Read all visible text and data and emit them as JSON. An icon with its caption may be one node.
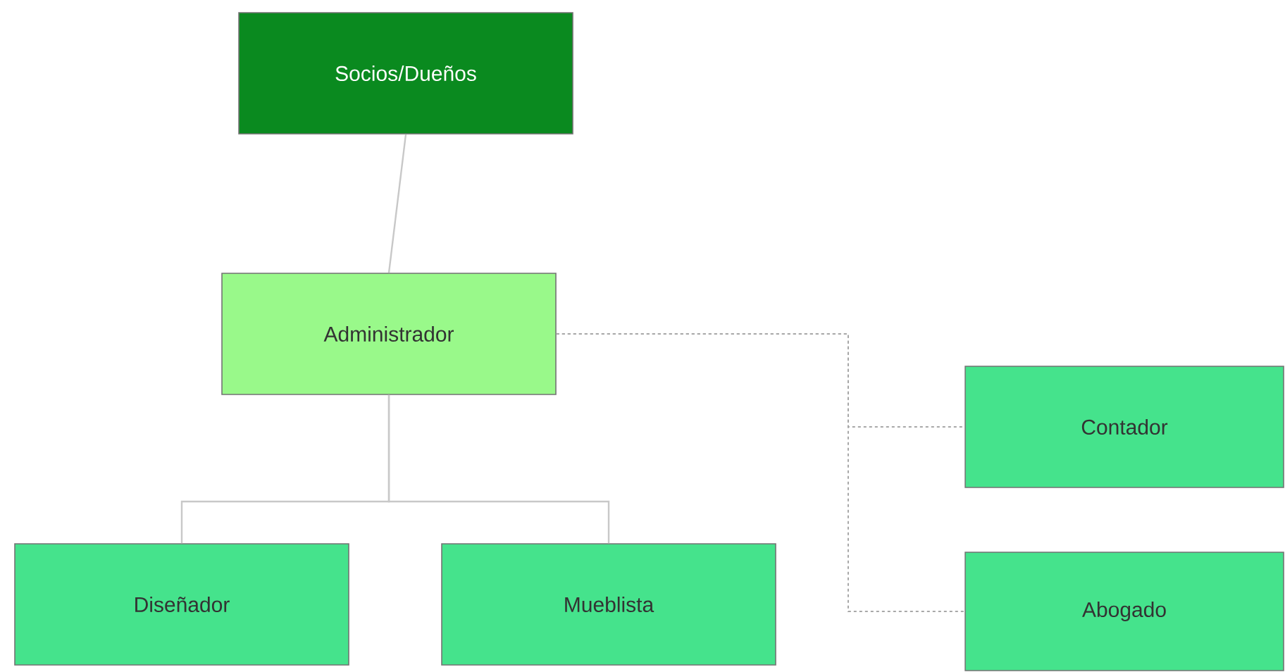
{
  "diagram": {
    "nodes": [
      {
        "text": [
          "Socios/Dueños"
        ]
      },
      {
        "text": [
          "Administrador"
        ]
      },
      {
        "text": [
          "Diseñador"
        ]
      },
      {
        "text": [
          "Mueblista"
        ]
      },
      {
        "text": [
          "Contador"
        ]
      },
      {
        "text": [
          "Abogado"
        ]
      }
    ],
    "edges": [
      {
        "from": 0,
        "to": 1,
        "arrow": "none"
      },
      {
        "from": 1,
        "to": 2,
        "arrow": "none"
      },
      {
        "from": 1,
        "to": 3,
        "arrow": "none"
      },
      {
        "from": 1,
        "to": 4,
        "arrow": "none",
        "style": "dashed"
      },
      {
        "from": 1,
        "to": 5,
        "arrow": "none",
        "style": "dashed"
      }
    ]
  }
}
